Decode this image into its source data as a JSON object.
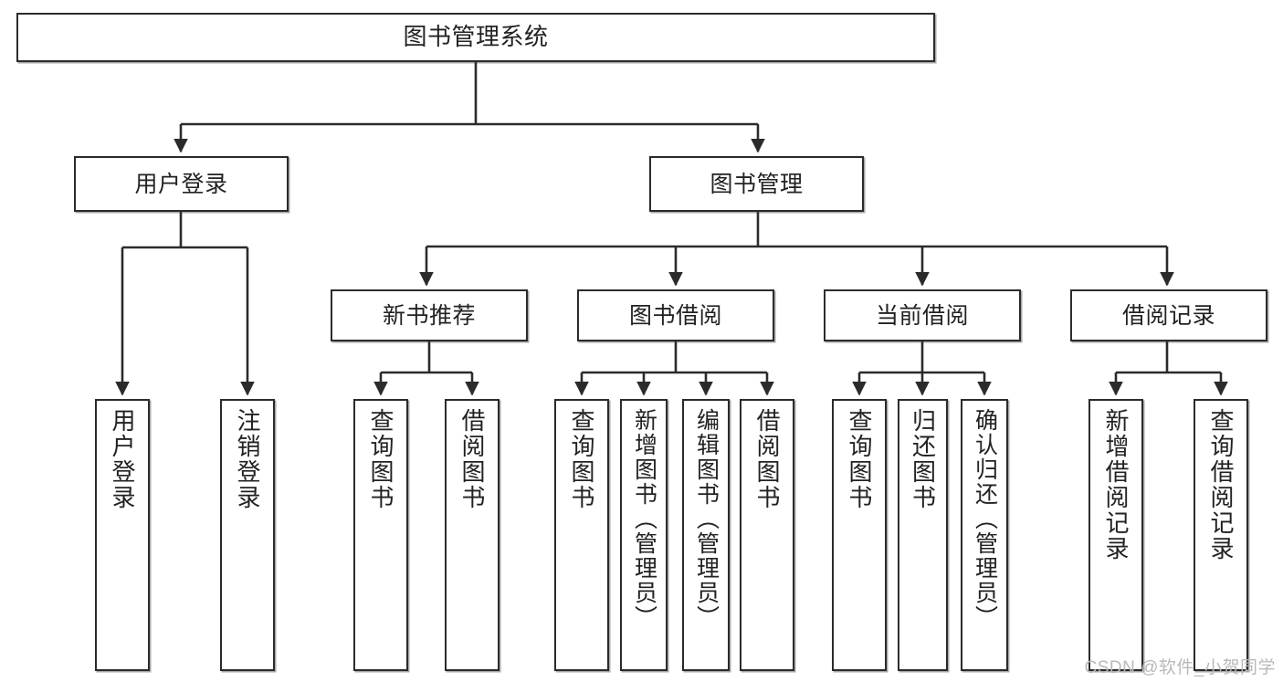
{
  "diagram": {
    "title": "图书管理系统",
    "type": "tree-hierarchy-chart",
    "colors": {
      "box_border": "#2b2b2b",
      "box_fill": "#ffffff",
      "line": "#2b2b2b",
      "text": "#222222",
      "watermark": "#b9b9b9",
      "background": "#ffffff"
    },
    "root": {
      "label": "图书管理系统"
    },
    "level2": [
      {
        "id": "user-login",
        "label": "用户登录"
      },
      {
        "id": "book-management",
        "label": "图书管理"
      }
    ],
    "level3": [
      {
        "id": "new-book-recommend",
        "label": "新书推荐"
      },
      {
        "id": "book-borrow",
        "label": "图书借阅"
      },
      {
        "id": "current-borrow",
        "label": "当前借阅"
      },
      {
        "id": "borrow-record",
        "label": "借阅记录"
      }
    ],
    "leaves": {
      "user_login": [
        {
          "id": "leaf-user-login",
          "label": "用户登录"
        },
        {
          "id": "leaf-user-logout",
          "label": "注销登录"
        }
      ],
      "new_book_recommend": [
        {
          "id": "leaf-query-book-1",
          "label": "查询图书"
        },
        {
          "id": "leaf-borrow-book-1",
          "label": "借阅图书"
        }
      ],
      "book_borrow": [
        {
          "id": "leaf-query-book-2",
          "label": "查询图书"
        },
        {
          "id": "leaf-add-book",
          "label": "新增图书（管理员）"
        },
        {
          "id": "leaf-edit-book",
          "label": "编辑图书（管理员）"
        },
        {
          "id": "leaf-borrow-book-2",
          "label": "借阅图书"
        }
      ],
      "current_borrow": [
        {
          "id": "leaf-query-book-3",
          "label": "查询图书"
        },
        {
          "id": "leaf-return-book",
          "label": "归还图书"
        },
        {
          "id": "leaf-confirm-return",
          "label": "确认归还（管理员）"
        }
      ],
      "borrow_record": [
        {
          "id": "leaf-add-record",
          "label": "新增借阅记录"
        },
        {
          "id": "leaf-query-record",
          "label": "查询借阅记录"
        }
      ]
    }
  },
  "watermark": {
    "text": "CSDN @软件_小贺同学"
  }
}
